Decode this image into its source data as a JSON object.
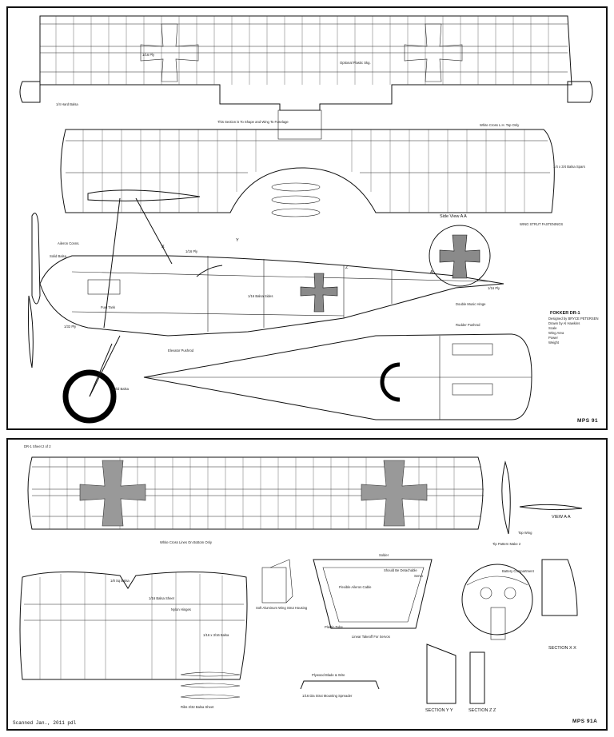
{
  "sheet1": {
    "sheet_number": "MPS 91",
    "title_block": {
      "title": "FOKKER DR-1",
      "lines": [
        "Designed by BRYCE PETERSEN",
        "Drawn by Al Hawkins",
        "Scale",
        "Wing Area",
        "Power",
        "Weight"
      ]
    },
    "notes": [
      {
        "id": "n1",
        "text": "1/4 Hard Balsa"
      },
      {
        "id": "n2",
        "text": "1/16 Ply"
      },
      {
        "id": "n3",
        "text": "Optional Plastic Skg."
      },
      {
        "id": "n4",
        "text": "This Section is To Shape and Wing To Fuselage"
      },
      {
        "id": "n5",
        "text": "White Cross L.H. Top Only"
      },
      {
        "id": "n6",
        "text": "1/4 x 3/4 Balsa Spars"
      },
      {
        "id": "n7",
        "text": "Side View A A"
      },
      {
        "id": "n8",
        "text": "WING STRUT FASTENINGS"
      },
      {
        "id": "n9",
        "text": "Solid Balsa"
      },
      {
        "id": "n10",
        "text": "Aileron Conns."
      },
      {
        "id": "n11",
        "text": "1/16 Ply"
      },
      {
        "id": "n12",
        "text": "1/32 Ply"
      },
      {
        "id": "n13",
        "text": "Elevator Pushrod"
      },
      {
        "id": "n14",
        "text": "Fuel Tank"
      },
      {
        "id": "n15",
        "text": "1/16 Balsa Sides"
      },
      {
        "id": "n16",
        "text": "1/16 Ply"
      },
      {
        "id": "n17",
        "text": "Double Music Hinge"
      },
      {
        "id": "n18",
        "text": "Solid Balsa"
      },
      {
        "id": "n19",
        "text": "Rudder Pushrod"
      }
    ],
    "section_label": "A",
    "stations": [
      "X",
      "Y",
      "Z"
    ]
  },
  "sheet2": {
    "sheet_number": "MPS 91A",
    "sheet_label": "DR-1 Sheet 2 of 2",
    "views": [
      {
        "id": "v1",
        "text": "VIEW A A"
      },
      {
        "id": "v2",
        "text": "Top Wing"
      },
      {
        "id": "v3",
        "text": "Tip Pattern Make 2"
      },
      {
        "id": "v4",
        "text": "SECTION X X"
      },
      {
        "id": "v5",
        "text": "SECTION Y Y"
      },
      {
        "id": "v6",
        "text": "SECTION Z Z"
      }
    ],
    "notes": [
      {
        "id": "m1",
        "text": "White Cross Lines On Bottom Only"
      },
      {
        "id": "m2",
        "text": "Solder"
      },
      {
        "id": "m3",
        "text": "Should Be Detachable"
      },
      {
        "id": "m4",
        "text": "Flexible Aileron Cable"
      },
      {
        "id": "m5",
        "text": "Servo"
      },
      {
        "id": "m6",
        "text": "Battery Compartment"
      },
      {
        "id": "m7",
        "text": "1/8 Sq Balsa"
      },
      {
        "id": "m8",
        "text": "Soft Aluminum Wing Strut Housing"
      },
      {
        "id": "m9",
        "text": "Nylon Hinges"
      },
      {
        "id": "m10",
        "text": "1/16 Balsa Sheet"
      },
      {
        "id": "m11",
        "text": "Plastic Tube"
      },
      {
        "id": "m12",
        "text": "Linear Takeoff For Servos"
      },
      {
        "id": "m13",
        "text": "Plywood Blade & Wire"
      },
      {
        "id": "m14",
        "text": "1/16 Dia Strut Mounting Spreader"
      },
      {
        "id": "m15",
        "text": "1/16 x 3/16 Balsa"
      },
      {
        "id": "m16",
        "text": "Ribs 3/32 Balsa Sheet"
      }
    ],
    "footer": "Scanned Jan., 2011   pdl"
  }
}
